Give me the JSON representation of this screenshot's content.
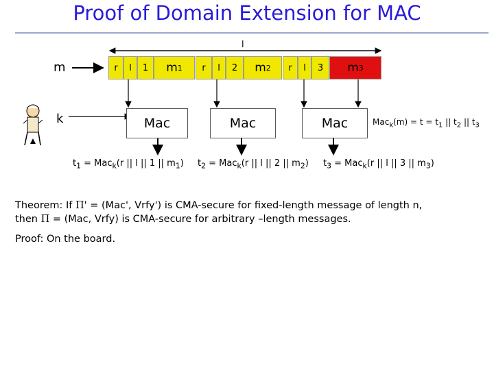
{
  "title": "Proof of Domain Extension for MAC",
  "length_label": "l",
  "m_label": "m",
  "k_label": "k",
  "blocks": [
    {
      "r": "r",
      "l": "l",
      "i": "1",
      "m": "m",
      "sub": "1"
    },
    {
      "r": "r",
      "l": "l",
      "i": "2",
      "m": "m",
      "sub": "2"
    },
    {
      "r": "r",
      "l": "l",
      "i": "3",
      "m": "m",
      "sub": "3"
    }
  ],
  "mac_label": "Mac",
  "tags": [
    {
      "t": "t",
      "ts": "1",
      "eq": " = Mac",
      "k": "k",
      "args": "(r || l || 1 || m",
      "ms": "1",
      "end": ")"
    },
    {
      "t": "t",
      "ts": "2",
      "eq": " = Mac",
      "k": "k",
      "args": "(r || l || 2 || m",
      "ms": "2",
      "end": ")"
    },
    {
      "t": "t",
      "ts": "3",
      "eq": " = Mac",
      "k": "k",
      "args": "(r || l || 3 || m",
      "ms": "3",
      "end": ")"
    }
  ],
  "final": {
    "a": "Mac",
    "k": "k",
    "b": "(m) = t = t",
    "s1": "1",
    "c": " || t",
    "s2": "2",
    "d": " || t",
    "s3": "3"
  },
  "theorem": {
    "l1a": "Theorem: If ",
    "pi": "Π",
    "l1b": "' = (Mac', Vrfy') is CMA-secure for fixed-length message of length n,",
    "l2a": "then ",
    "l2b": " = (Mac, Vrfy) is CMA-secure for arbitrary –length messages."
  },
  "proof": "Proof: On the board.",
  "colors": {
    "title": "#2a1bd9",
    "yellow": "#f0e800",
    "red": "#e01010"
  }
}
